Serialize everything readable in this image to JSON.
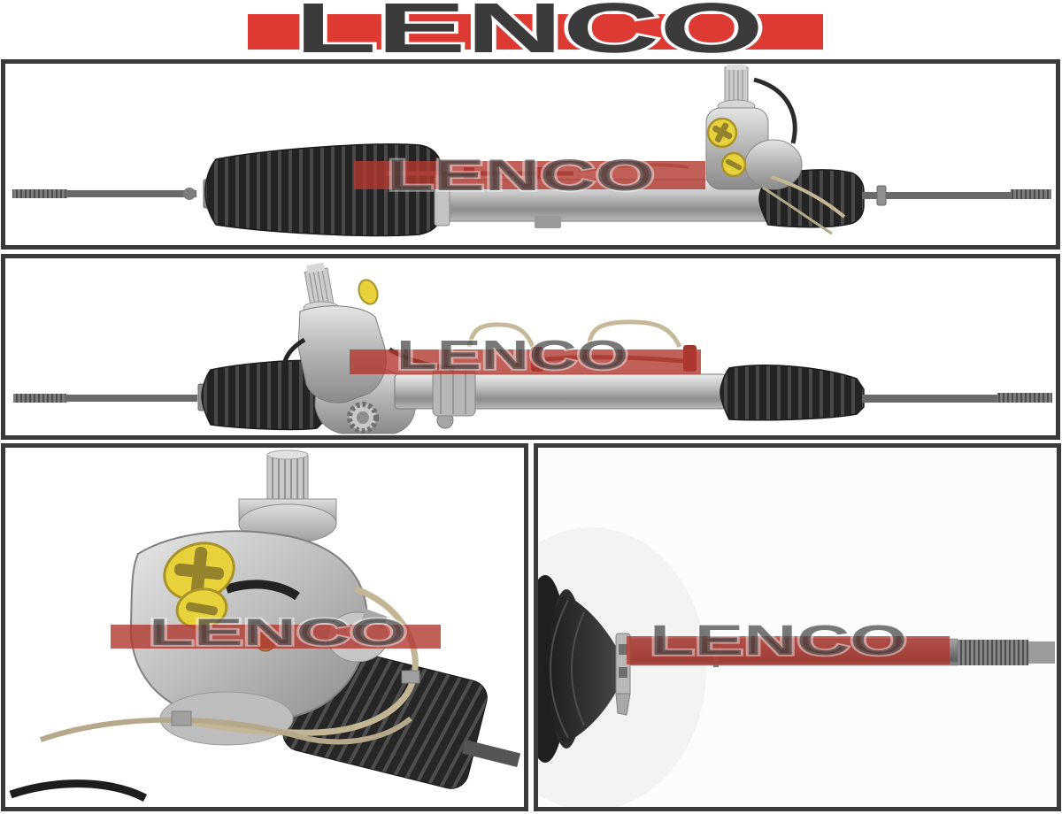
{
  "logo": {
    "text": "LENCO",
    "bar_color": "#dc3a32",
    "text_color": "#3b3b3b"
  },
  "watermark": {
    "text": "LENCO",
    "bar_color": "#b03830",
    "text_color": "#3f3f3f"
  },
  "panels": [
    {
      "id": "rack-full-side-a",
      "watermark_text": "LENCO"
    },
    {
      "id": "rack-full-side-b",
      "watermark_text": "LENCO"
    },
    {
      "id": "valve-pinion-closeup",
      "watermark_text": "LENCO"
    },
    {
      "id": "tie-rod-boot-closeup",
      "watermark_text": "LENCO"
    }
  ],
  "frame": {
    "border_color": "#3a3a3a",
    "background": "#ffffff"
  }
}
